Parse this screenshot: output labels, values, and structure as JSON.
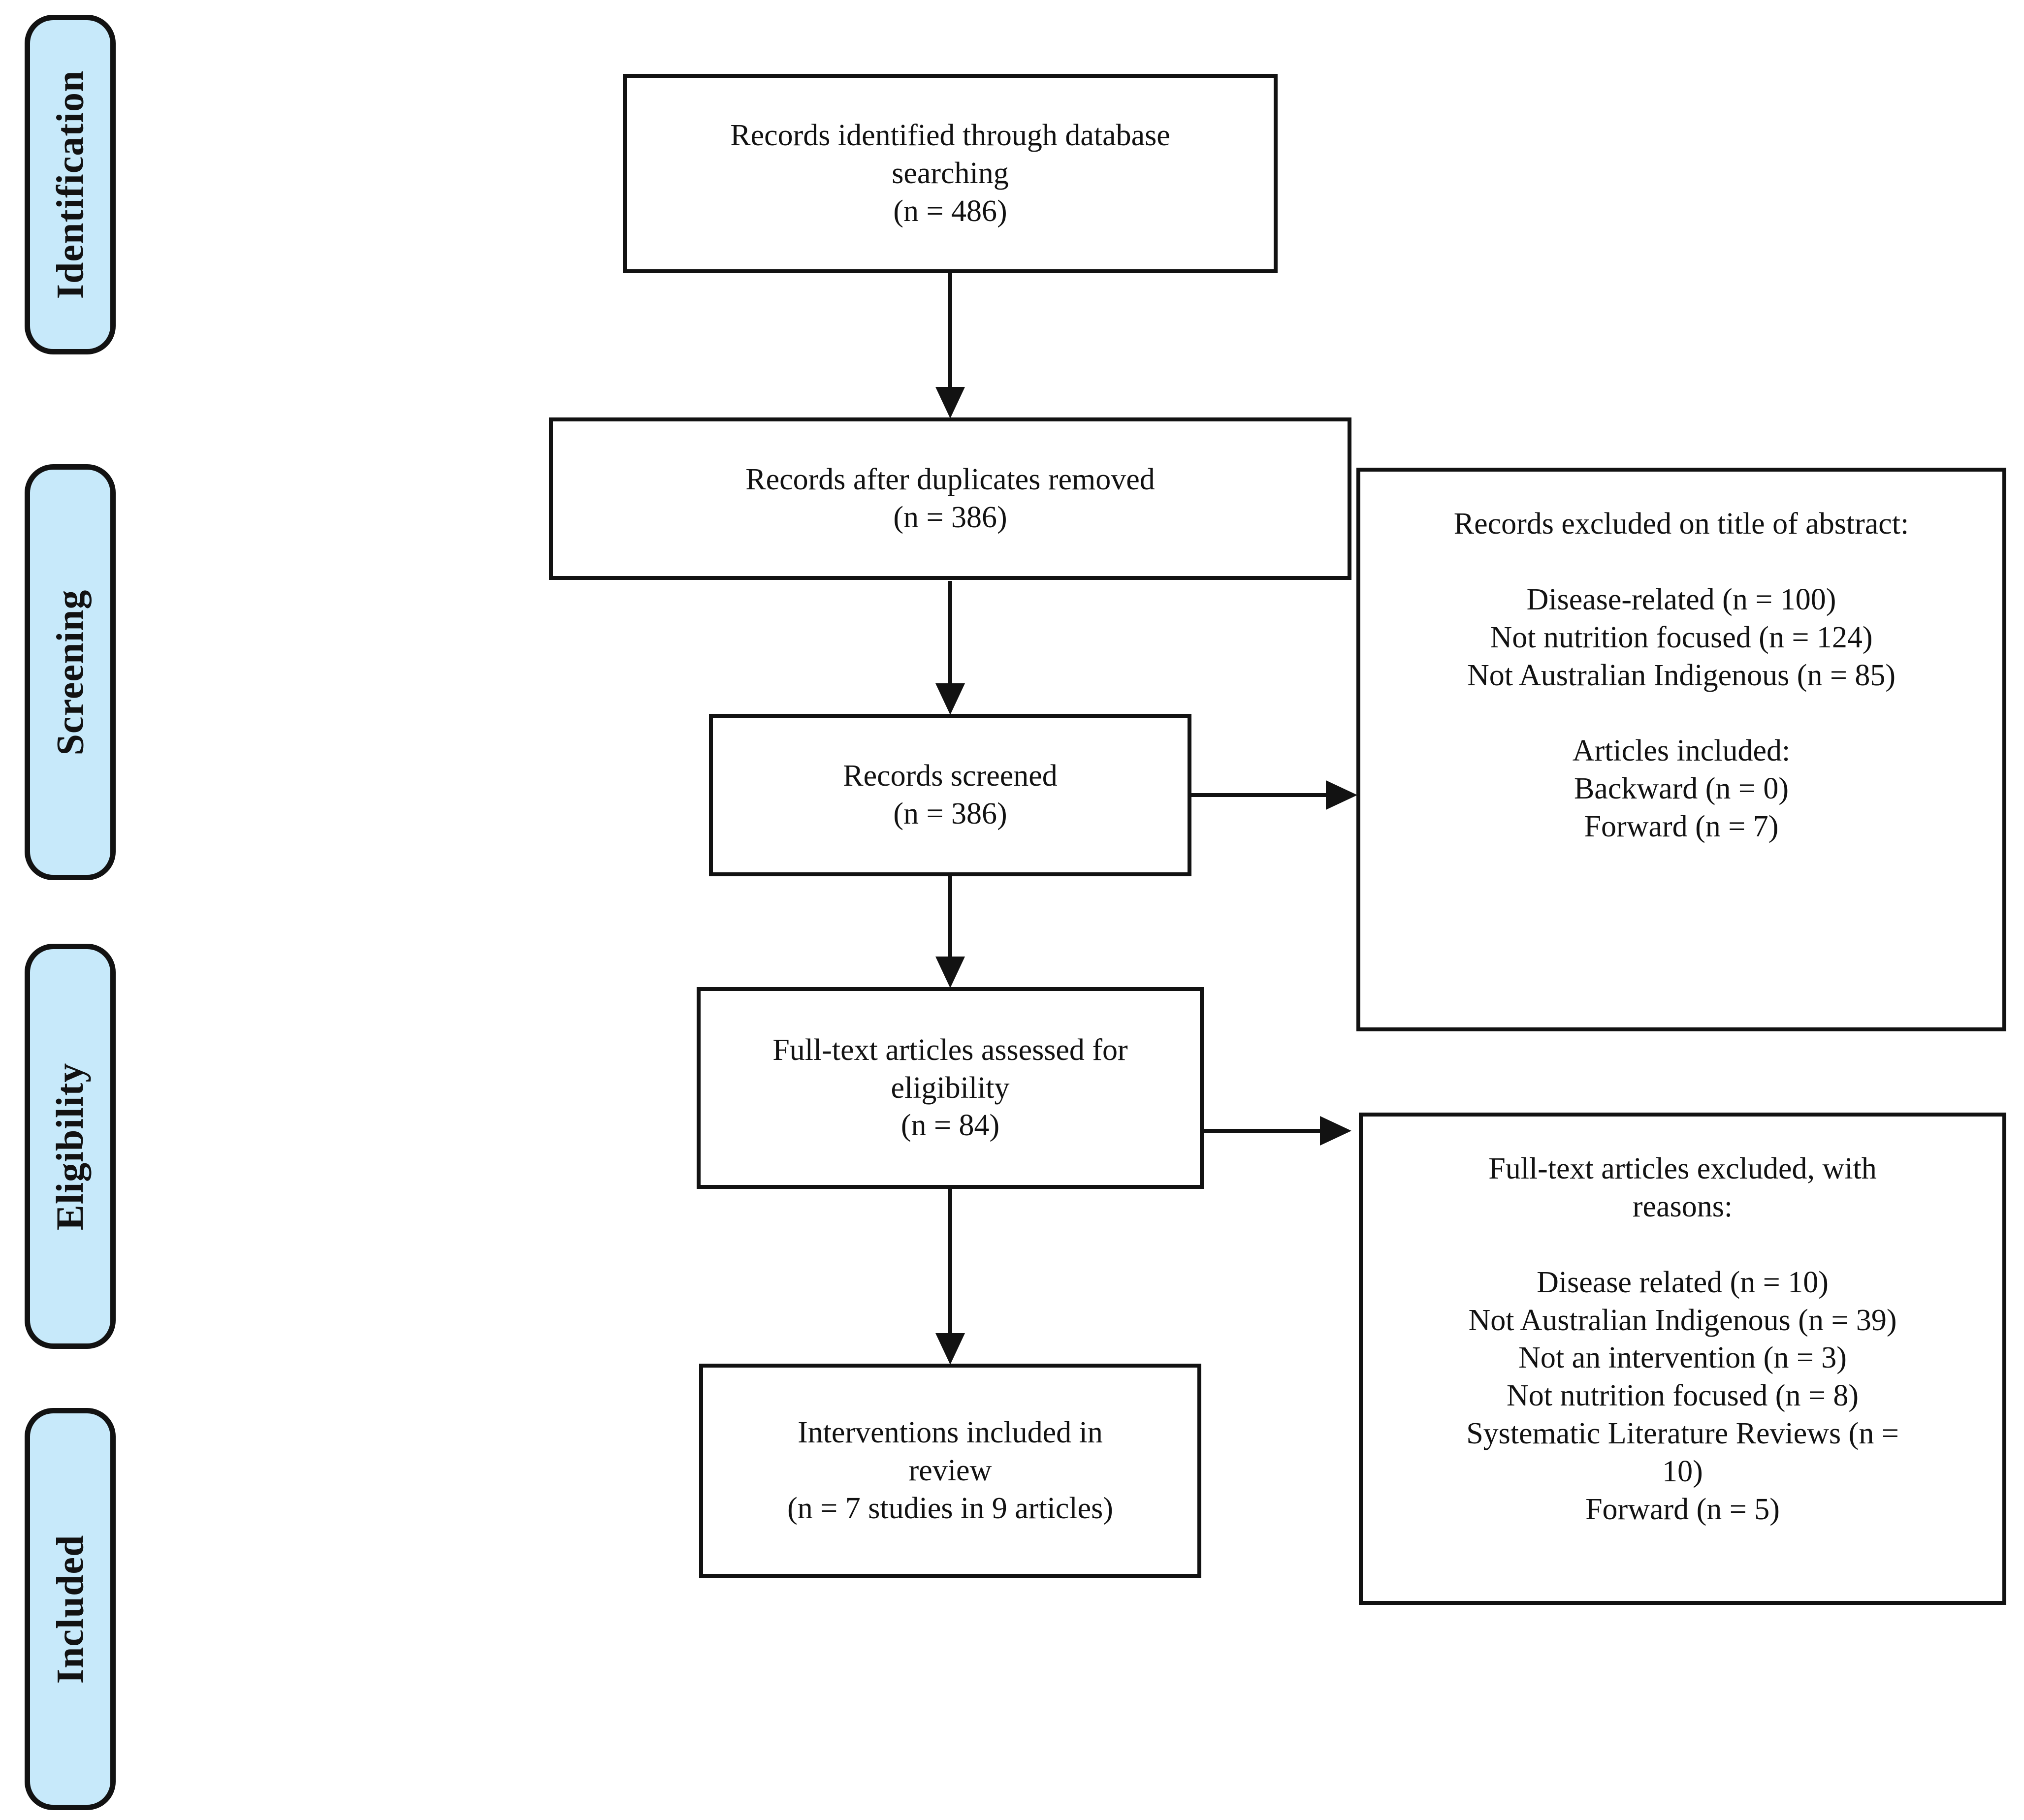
{
  "colors": {
    "stage_fill": "#c7e9fa",
    "box_fill": "#ffffff",
    "ink": "#121212"
  },
  "stages": [
    {
      "label": "Identification"
    },
    {
      "label": "Screening"
    },
    {
      "label": "Eligibility"
    },
    {
      "label": "Included"
    }
  ],
  "boxes": {
    "identified": {
      "lines": [
        "Records identified through database",
        "searching",
        "(n = 486)"
      ]
    },
    "duplicates_removed": {
      "lines": [
        "Records after duplicates removed",
        "(n = 386)"
      ]
    },
    "screened": {
      "lines": [
        "Records screened",
        "(n = 386)"
      ]
    },
    "fulltext_assessed": {
      "lines": [
        "Full-text articles assessed for",
        "eligibility",
        "(n = 84)"
      ]
    },
    "included_in_review": {
      "lines": [
        "Interventions included in",
        "review",
        "(n = 7 studies in 9 articles)"
      ]
    },
    "records_excluded": {
      "lines": [
        "Records excluded on title of abstract:",
        "",
        "Disease-related (n = 100)",
        "Not nutrition focused (n = 124)",
        "Not Australian Indigenous (n = 85)",
        "",
        "Articles included:",
        "Backward (n = 0)",
        "Forward (n = 7)"
      ]
    },
    "fulltext_excluded": {
      "lines": [
        "Full-text articles excluded, with",
        "reasons:",
        "",
        "Disease related (n = 10)",
        "Not Australian Indigenous (n = 39)",
        "Not an intervention (n = 3)",
        "Not nutrition focused (n = 8)",
        "Systematic Literature Reviews (n =",
        "10)",
        "Forward (n = 5)"
      ]
    }
  }
}
